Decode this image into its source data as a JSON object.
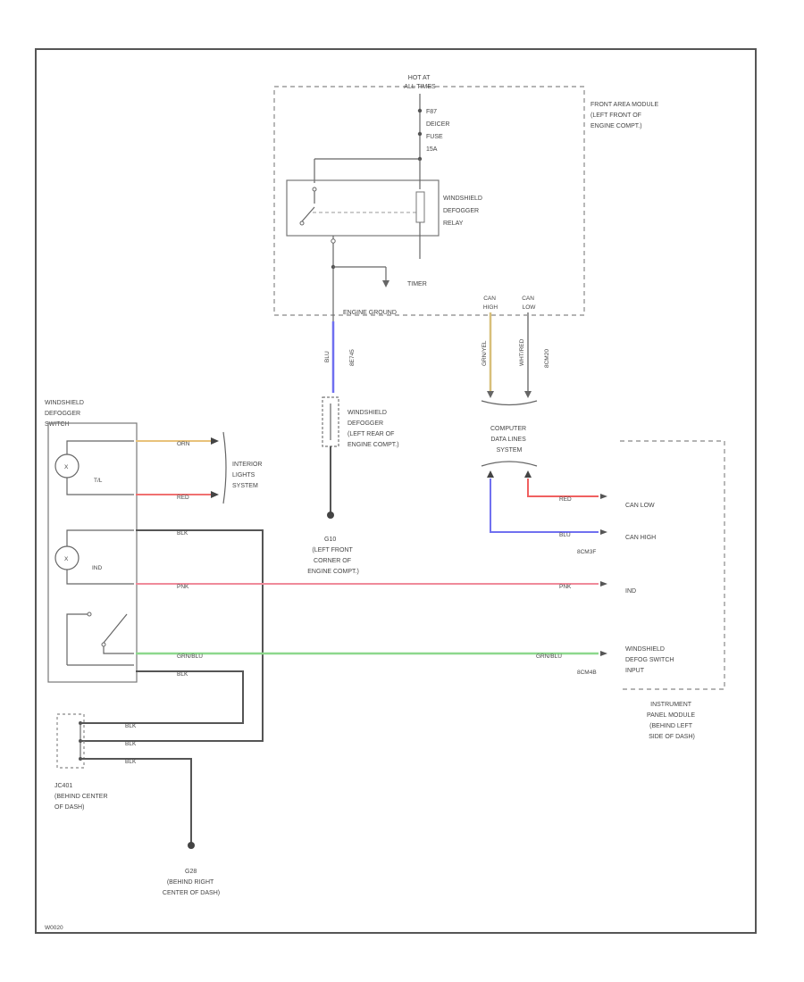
{
  "diagram": {
    "footer_code": "W0020",
    "labels": {
      "hot_at_all_times": [
        "HOT AT",
        "ALL TIMES"
      ],
      "fuse": [
        "F87",
        "DEICER",
        "FUSE",
        "15A"
      ],
      "front_area_module": [
        "FRONT AREA MODULE",
        "(LEFT FRONT OF",
        "ENGINE COMPT.)"
      ],
      "relay": [
        "WINDSHIELD",
        "DEFOGGER",
        "RELAY"
      ],
      "timer": "TIMER",
      "engine_ground": "ENGINE GROUND",
      "wire_blu": "BLU",
      "wire_code_1": "8E745",
      "defogger_element": [
        "WINDSHIELD",
        "DEFOGGER",
        "(LEFT REAR OF",
        "ENGINE COMPT.)"
      ],
      "ground_g10": "G10",
      "ground_g10_loc": [
        "(LEFT FRONT",
        "CORNER OF",
        "ENGINE COMPT.)"
      ],
      "can_high": [
        "CAN",
        "HIGH"
      ],
      "can_low": [
        "CAN",
        "LOW"
      ],
      "wire_grn_yel": "GRN/YEL",
      "wire_wht_red": "WHT/RED",
      "wire_code_2": "8CM20",
      "computer_data_lines": [
        "COMPUTER",
        "DATA LINES",
        "SYSTEM"
      ],
      "switch_title": [
        "WINDSHIELD",
        "DEFOGGER",
        "SWITCH"
      ],
      "interior_lights": [
        "INTERIOR",
        "LIGHTS",
        "SYSTEM"
      ],
      "tl": "T/L",
      "ind": "IND",
      "wire_orn": "ORN",
      "wire_red": "RED",
      "wire_blk": "BLK",
      "wire_pnk": "PNK",
      "wire_grn_blu": "GRN/BLU",
      "can_low_right": "CAN LOW",
      "can_high_right": "CAN HIGH",
      "wire_red_r": "RED",
      "wire_blu_r": "BLU",
      "wire_code_3": "8CM3F",
      "ind_right": "IND",
      "wire_pnk_r": "PNK",
      "defog_switch_input": [
        "WINDSHIELD",
        "DEFOG SWITCH",
        "INPUT"
      ],
      "wire_grn_blu_r": "GRN/BLU",
      "wire_code_4": "8CM4B",
      "instrument_panel_module": [
        "INSTRUMENT",
        "PANEL MODULE",
        "(BEHIND LEFT",
        "SIDE OF DASH)"
      ],
      "jc401": [
        "JC401",
        "(BEHIND CENTER",
        "OF DASH)"
      ],
      "ground_g28": "G28",
      "ground_g28_loc": [
        "(BEHIND RIGHT",
        "CENTER OF DASH)"
      ]
    }
  }
}
